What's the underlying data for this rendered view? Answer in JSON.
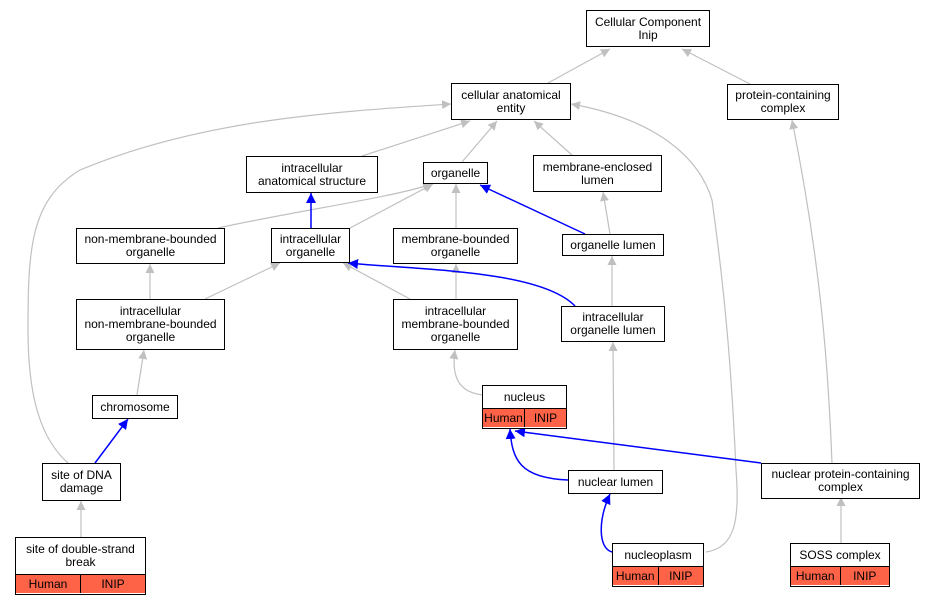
{
  "colors": {
    "edge_gray": "#c0c0c0",
    "edge_blue": "#0000ff",
    "tag_fill": "#ff6347"
  },
  "tags": {
    "human": "Human",
    "inip": "INIP"
  },
  "nodes": {
    "cc_inip": {
      "label": "Cellular Component\nInip"
    },
    "cae": {
      "label": "cellular anatomical\nentity"
    },
    "pcc": {
      "label": "protein-containing\ncomplex"
    },
    "ias": {
      "label": "intracellular\nanatomical structure"
    },
    "organelle": {
      "label": "organelle"
    },
    "mel": {
      "label": "membrane-enclosed\nlumen"
    },
    "nmbo": {
      "label": "non-membrane-bounded\norganelle"
    },
    "io": {
      "label": "intracellular\norganelle"
    },
    "mbo": {
      "label": "membrane-bounded\norganelle"
    },
    "ol": {
      "label": "organelle lumen"
    },
    "inmbo": {
      "label": "intracellular\nnon-membrane-bounded\norganelle"
    },
    "imbo": {
      "label": "intracellular\nmembrane-bounded\norganelle"
    },
    "iol": {
      "label": "intracellular\norganelle lumen"
    },
    "nucleus": {
      "label": "nucleus"
    },
    "chromosome": {
      "label": "chromosome"
    },
    "sdd": {
      "label": "site of DNA\ndamage"
    },
    "nl": {
      "label": "nuclear lumen"
    },
    "npcc": {
      "label": "nuclear protein-containing\ncomplex"
    },
    "sdsb": {
      "label": "site of double-strand\nbreak"
    },
    "np": {
      "label": "nucleoplasm"
    },
    "soss": {
      "label": "SOSS complex"
    }
  }
}
